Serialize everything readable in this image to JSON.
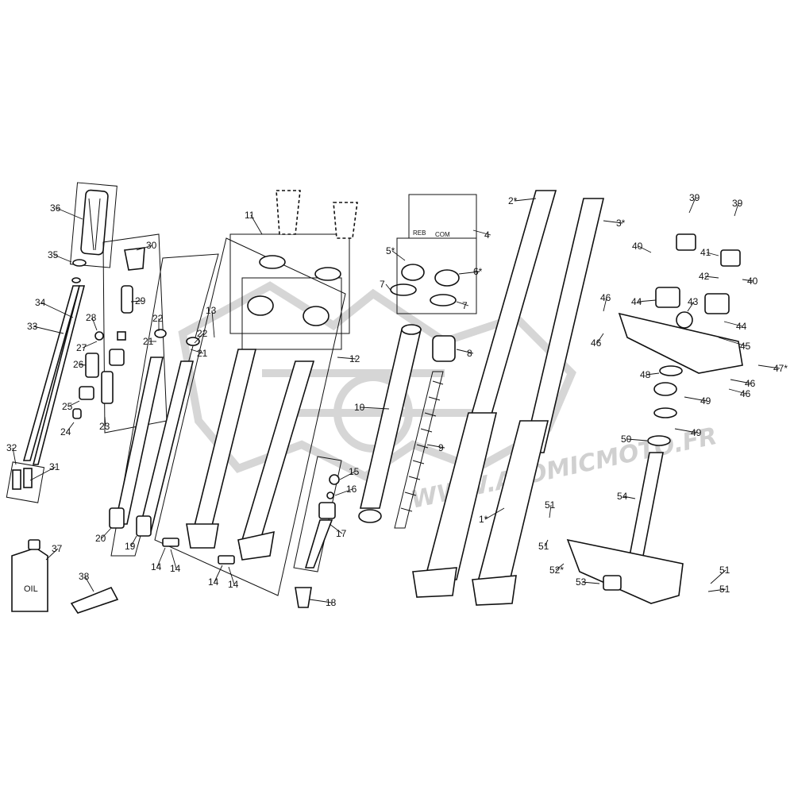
{
  "diagram": {
    "watermark": "WWW.ATOMICMOTO.FR",
    "oil_bottle_label": "OIL",
    "adjuster_labels": {
      "rebound": "REB",
      "compression": "COM"
    },
    "callouts": {
      "c1": "1*",
      "c2": "2*",
      "c3": "3*",
      "c4": "4",
      "c5": "5*",
      "c6": "6*",
      "c7": "7",
      "c8": "8",
      "c9": "9",
      "c10": "10",
      "c11": "11",
      "c12": "12",
      "c13": "13",
      "c14": "14",
      "c15": "15",
      "c16": "16",
      "c17": "17",
      "c18": "18",
      "c19": "19",
      "c20": "20",
      "c21": "21",
      "c22": "22",
      "c23": "23",
      "c24": "24",
      "c25": "25",
      "c26": "26",
      "c27": "27",
      "c28": "28",
      "c29": "29",
      "c30": "30",
      "c31": "31",
      "c32": "32",
      "c33": "33",
      "c34": "34",
      "c35": "35",
      "c36": "36",
      "c37": "37",
      "c38": "38",
      "c39": "39",
      "c40": "40",
      "c41": "41",
      "c42": "42",
      "c43": "43",
      "c44": "44",
      "c45": "45",
      "c46": "46",
      "c47": "47*",
      "c48": "48",
      "c49": "49",
      "c50": "50",
      "c51": "51",
      "c52": "52*",
      "c53": "53",
      "c54": "54"
    }
  }
}
